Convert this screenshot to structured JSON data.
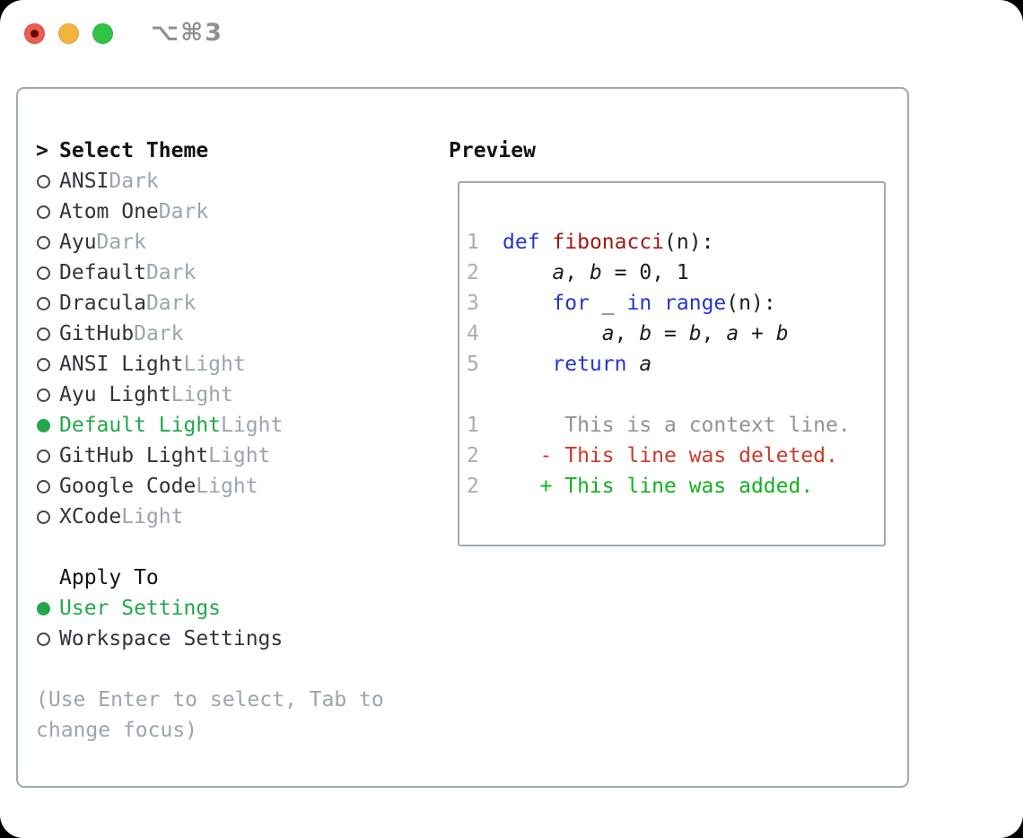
{
  "window": {
    "titlebar_shortcut": "⌥⌘3",
    "traffic_lights": [
      "close",
      "minimize",
      "zoom"
    ]
  },
  "theme_selector": {
    "header_prefix": ">",
    "header": "Select Theme",
    "items": [
      {
        "name": "ANSI",
        "variant": "Dark",
        "selected": false
      },
      {
        "name": "Atom One",
        "variant": "Dark",
        "selected": false
      },
      {
        "name": "Ayu",
        "variant": "Dark",
        "selected": false
      },
      {
        "name": "Default",
        "variant": "Dark",
        "selected": false
      },
      {
        "name": "Dracula",
        "variant": "Dark",
        "selected": false
      },
      {
        "name": "GitHub",
        "variant": "Dark",
        "selected": false
      },
      {
        "name": "ANSI Light",
        "variant": "Light",
        "selected": false
      },
      {
        "name": "Ayu Light",
        "variant": "Light",
        "selected": false
      },
      {
        "name": "Default Light",
        "variant": "Light",
        "selected": true
      },
      {
        "name": "GitHub Light",
        "variant": "Light",
        "selected": false
      },
      {
        "name": "Google Code",
        "variant": "Light",
        "selected": false
      },
      {
        "name": "XCode",
        "variant": "Light",
        "selected": false
      }
    ]
  },
  "apply_to": {
    "header": "Apply To",
    "options": [
      {
        "label": "User Settings",
        "selected": true
      },
      {
        "label": "Workspace Settings",
        "selected": false
      }
    ]
  },
  "hint_lines": [
    "(Use Enter to select, Tab to",
    "change focus)"
  ],
  "preview": {
    "title": "Preview",
    "code_lines": [
      {
        "num": "1",
        "tokens": [
          {
            "t": "kw",
            "s": "def"
          },
          {
            "t": "p",
            "s": " "
          },
          {
            "t": "fn",
            "s": "fibonacci"
          },
          {
            "t": "p",
            "s": "(n):"
          }
        ]
      },
      {
        "num": "2",
        "tokens": [
          {
            "t": "p",
            "s": "    "
          },
          {
            "t": "v",
            "s": "a"
          },
          {
            "t": "p",
            "s": ", "
          },
          {
            "t": "v",
            "s": "b"
          },
          {
            "t": "p",
            "s": " = 0, 1"
          }
        ]
      },
      {
        "num": "3",
        "tokens": [
          {
            "t": "p",
            "s": "    "
          },
          {
            "t": "kw",
            "s": "for"
          },
          {
            "t": "p",
            "s": " _ "
          },
          {
            "t": "kw",
            "s": "in"
          },
          {
            "t": "p",
            "s": " "
          },
          {
            "t": "kw",
            "s": "range"
          },
          {
            "t": "p",
            "s": "(n):"
          }
        ]
      },
      {
        "num": "4",
        "tokens": [
          {
            "t": "p",
            "s": "        "
          },
          {
            "t": "v",
            "s": "a"
          },
          {
            "t": "p",
            "s": ", "
          },
          {
            "t": "v",
            "s": "b"
          },
          {
            "t": "p",
            "s": " = "
          },
          {
            "t": "v",
            "s": "b"
          },
          {
            "t": "p",
            "s": ", "
          },
          {
            "t": "v",
            "s": "a"
          },
          {
            "t": "p",
            "s": " + "
          },
          {
            "t": "v",
            "s": "b"
          }
        ]
      },
      {
        "num": "5",
        "tokens": [
          {
            "t": "p",
            "s": "    "
          },
          {
            "t": "kw",
            "s": "return"
          },
          {
            "t": "p",
            "s": " "
          },
          {
            "t": "v",
            "s": "a"
          }
        ]
      }
    ],
    "diff_lines": [
      {
        "num": "1",
        "type": "context",
        "text": "     This is a context line."
      },
      {
        "num": "2",
        "type": "deleted",
        "text": "   - This line was deleted."
      },
      {
        "num": "2",
        "type": "added",
        "text": "   + This line was added."
      }
    ]
  },
  "colors": {
    "accent-green": "#21a84b",
    "added-green": "#12b31f",
    "deleted-red": "#cd3a28",
    "keyword-blue": "#2336cf",
    "function-red": "#a31912",
    "dim-gray": "#9ba4b0",
    "gutter-gray": "#a6adb9",
    "context-gray": "#8d939c",
    "text-dark": "#30343b",
    "heading-black": "#101113",
    "panel-border": "#a0a8b2",
    "titlebar-gray": "#8f9094",
    "traffic-red": "#ef5b51",
    "traffic-yellow": "#f3b53d",
    "traffic-green": "#30c545"
  }
}
